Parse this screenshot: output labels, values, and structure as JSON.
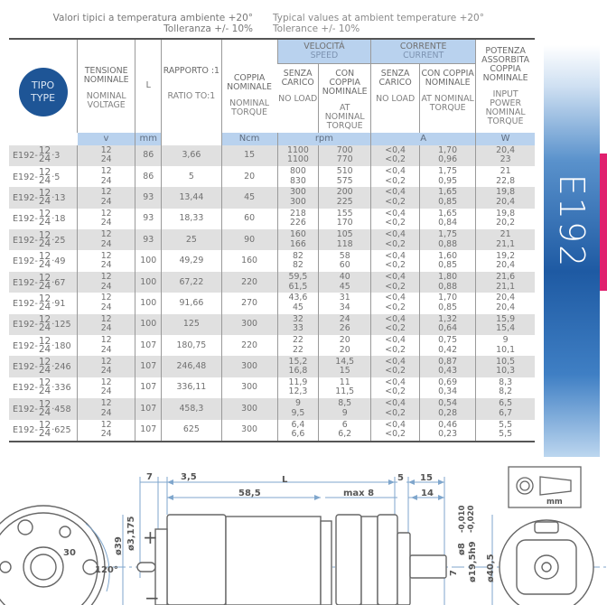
{
  "notes": {
    "it_line1": "Valori tipici a temperatura ambiente +20°",
    "it_line2": "Tolleranza +/- 10%",
    "en_line1": "Typical values at ambient temperature +20°",
    "en_line2": "Tolerance +/- 10%"
  },
  "side_banner": {
    "title": "E192",
    "accent_color": "#e0206e",
    "base_color": "#1e5aa3"
  },
  "table": {
    "headers": {
      "type": {
        "it": "TIPO",
        "en": "TYPE"
      },
      "voltage": {
        "it": "TENSIONE NOMINALE",
        "en": "NOMINAL VOLTAGE",
        "unit": "v"
      },
      "length": {
        "it": "L",
        "unit": "mm"
      },
      "ratio": {
        "it": "RAPPORTO :1",
        "en": "RATIO TO:1"
      },
      "torque": {
        "it": "COPPIA NOMINALE",
        "en": "NOMINAL TORQUE",
        "unit": "Ncm"
      },
      "speed": {
        "it": "VELOCITÁ",
        "en": "SPEED",
        "unit": "rpm",
        "no_load": {
          "it": "SENZA CARICO",
          "en": "NO LOAD"
        },
        "at_torque": {
          "it": "CON COPPIA NOMINALE",
          "en": "AT NOMINAL TORQUE"
        }
      },
      "current": {
        "it": "CORRENTE",
        "en": "CURRENT",
        "unit": "A",
        "no_load": {
          "it": "SENZA CARICO",
          "en": "NO LOAD"
        },
        "at_torque": {
          "it": "CON COPPIA NOMINALE",
          "en": "AT NOMINAL TORQUE"
        }
      },
      "power": {
        "it": "POTENZA ASSORBITA COPPIA NOMINALE",
        "en": "INPUT POWER NOMINAL TORQUE",
        "unit": "W"
      }
    },
    "rows": [
      {
        "prefix": "E192-",
        "v_top": "12",
        "v_bot": "24",
        "suffix": "·3",
        "volt": [
          "12",
          "24"
        ],
        "L": "86",
        "ratio": "3,66",
        "torque": "15",
        "spd_nl": [
          "1100",
          "1100"
        ],
        "spd_t": [
          "700",
          "770"
        ],
        "cur_nl": [
          "<0,4",
          "<0,2"
        ],
        "cur_t": [
          "1,70",
          "0,96"
        ],
        "pwr": [
          "20,4",
          "23"
        ]
      },
      {
        "prefix": "E192-",
        "v_top": "12",
        "v_bot": "24",
        "suffix": "·5",
        "volt": [
          "12",
          "24"
        ],
        "L": "86",
        "ratio": "5",
        "torque": "20",
        "spd_nl": [
          "800",
          "830"
        ],
        "spd_t": [
          "510",
          "575"
        ],
        "cur_nl": [
          "<0,4",
          "<0,2"
        ],
        "cur_t": [
          "1,75",
          "0,95"
        ],
        "pwr": [
          "21",
          "22,8"
        ]
      },
      {
        "prefix": "E192-",
        "v_top": "12",
        "v_bot": "24",
        "suffix": "·13",
        "volt": [
          "12",
          "24"
        ],
        "L": "93",
        "ratio": "13,44",
        "torque": "45",
        "spd_nl": [
          "300",
          "300"
        ],
        "spd_t": [
          "200",
          "225"
        ],
        "cur_nl": [
          "<0,4",
          "<0,2"
        ],
        "cur_t": [
          "1,65",
          "0,85"
        ],
        "pwr": [
          "19,8",
          "20,4"
        ]
      },
      {
        "prefix": "E192-",
        "v_top": "12",
        "v_bot": "24",
        "suffix": "·18",
        "volt": [
          "12",
          "24"
        ],
        "L": "93",
        "ratio": "18,33",
        "torque": "60",
        "spd_nl": [
          "218",
          "226"
        ],
        "spd_t": [
          "155",
          "170"
        ],
        "cur_nl": [
          "<0,4",
          "<0,2"
        ],
        "cur_t": [
          "1,65",
          "0,84"
        ],
        "pwr": [
          "19,8",
          "20,2"
        ]
      },
      {
        "prefix": "E192-",
        "v_top": "12",
        "v_bot": "24",
        "suffix": "·25",
        "volt": [
          "12",
          "24"
        ],
        "L": "93",
        "ratio": "25",
        "torque": "90",
        "spd_nl": [
          "160",
          "166"
        ],
        "spd_t": [
          "105",
          "118"
        ],
        "cur_nl": [
          "<0,4",
          "<0,2"
        ],
        "cur_t": [
          "1,75",
          "0,88"
        ],
        "pwr": [
          "21",
          "21,1"
        ]
      },
      {
        "prefix": "E192-",
        "v_top": "12",
        "v_bot": "24",
        "suffix": "·49",
        "volt": [
          "12",
          "24"
        ],
        "L": "100",
        "ratio": "49,29",
        "torque": "160",
        "spd_nl": [
          "82",
          "82"
        ],
        "spd_t": [
          "58",
          "60"
        ],
        "cur_nl": [
          "<0,4",
          "<0,2"
        ],
        "cur_t": [
          "1,60",
          "0,85"
        ],
        "pwr": [
          "19,2",
          "20,4"
        ]
      },
      {
        "prefix": "E192-",
        "v_top": "12",
        "v_bot": "24",
        "suffix": "·67",
        "volt": [
          "12",
          "24"
        ],
        "L": "100",
        "ratio": "67,22",
        "torque": "220",
        "spd_nl": [
          "59,5",
          "61,5"
        ],
        "spd_t": [
          "40",
          "45"
        ],
        "cur_nl": [
          "<0,4",
          "<0,2"
        ],
        "cur_t": [
          "1,80",
          "0,88"
        ],
        "pwr": [
          "21,6",
          "21,1"
        ]
      },
      {
        "prefix": "E192-",
        "v_top": "12",
        "v_bot": "24",
        "suffix": "·91",
        "volt": [
          "12",
          "24"
        ],
        "L": "100",
        "ratio": "91,66",
        "torque": "270",
        "spd_nl": [
          "43,6",
          "45"
        ],
        "spd_t": [
          "31",
          "34"
        ],
        "cur_nl": [
          "<0,4",
          "<0,2"
        ],
        "cur_t": [
          "1,70",
          "0,85"
        ],
        "pwr": [
          "20,4",
          "20,4"
        ]
      },
      {
        "prefix": "E192-",
        "v_top": "12",
        "v_bot": "24",
        "suffix": "·125",
        "volt": [
          "12",
          "24"
        ],
        "L": "100",
        "ratio": "125",
        "torque": "300",
        "spd_nl": [
          "32",
          "33"
        ],
        "spd_t": [
          "24",
          "26"
        ],
        "cur_nl": [
          "<0,4",
          "<0,2"
        ],
        "cur_t": [
          "1,32",
          "0,64"
        ],
        "pwr": [
          "15,9",
          "15,4"
        ]
      },
      {
        "prefix": "E192-",
        "v_top": "12",
        "v_bot": "24",
        "suffix": "·180",
        "volt": [
          "12",
          "24"
        ],
        "L": "107",
        "ratio": "180,75",
        "torque": "220",
        "spd_nl": [
          "22",
          "22"
        ],
        "spd_t": [
          "20",
          "20"
        ],
        "cur_nl": [
          "<0,4",
          "<0,2"
        ],
        "cur_t": [
          "0,75",
          "0,42"
        ],
        "pwr": [
          "9",
          "10,1"
        ]
      },
      {
        "prefix": "E192-",
        "v_top": "12",
        "v_bot": "24",
        "suffix": "·246",
        "volt": [
          "12",
          "24"
        ],
        "L": "107",
        "ratio": "246,48",
        "torque": "300",
        "spd_nl": [
          "15,2",
          "16,8"
        ],
        "spd_t": [
          "14,5",
          "15"
        ],
        "cur_nl": [
          "<0,4",
          "<0,2"
        ],
        "cur_t": [
          "0,87",
          "0,43"
        ],
        "pwr": [
          "10,5",
          "10,3"
        ]
      },
      {
        "prefix": "E192-",
        "v_top": "12",
        "v_bot": "24",
        "suffix": "·336",
        "volt": [
          "12",
          "24"
        ],
        "L": "107",
        "ratio": "336,11",
        "torque": "300",
        "spd_nl": [
          "11,9",
          "12,3"
        ],
        "spd_t": [
          "11",
          "11,5"
        ],
        "cur_nl": [
          "<0,4",
          "<0,2"
        ],
        "cur_t": [
          "0,69",
          "0,34"
        ],
        "pwr": [
          "8,3",
          "8,2"
        ]
      },
      {
        "prefix": "E192-",
        "v_top": "12",
        "v_bot": "24",
        "suffix": "·458",
        "volt": [
          "12",
          "24"
        ],
        "L": "107",
        "ratio": "458,3",
        "torque": "300",
        "spd_nl": [
          "9",
          "9,5"
        ],
        "spd_t": [
          "8,5",
          "9"
        ],
        "cur_nl": [
          "<0,4",
          "<0,2"
        ],
        "cur_t": [
          "0,54",
          "0,28"
        ],
        "pwr": [
          "6,5",
          "6,7"
        ]
      },
      {
        "prefix": "E192-",
        "v_top": "12",
        "v_bot": "24",
        "suffix": "·625",
        "volt": [
          "12",
          "24"
        ],
        "L": "107",
        "ratio": "625",
        "torque": "300",
        "spd_nl": [
          "6,4",
          "6,6"
        ],
        "spd_t": [
          "6",
          "6,2"
        ],
        "cur_nl": [
          "<0,4",
          "<0,2"
        ],
        "cur_t": [
          "0,46",
          "0,23"
        ],
        "pwr": [
          "5,5",
          "5,5"
        ]
      }
    ]
  },
  "drawing": {
    "dims": {
      "d7": "7",
      "d3_5": "3,5",
      "L": "L",
      "d58_5": "58,5",
      "max8": "max 8",
      "d5": "5",
      "d15": "15",
      "d14": "14",
      "d39": "ø39",
      "d3_175": "ø3,175",
      "d30": "30",
      "a120": "120°",
      "tol1": "-0,010",
      "tol2": "-0,020",
      "d8": "ø8",
      "d19_5": "ø19,5h9",
      "d40_5": "ø40,5",
      "d7s": "7",
      "mm": "mm",
      "plus": "+",
      "minus": "−"
    }
  }
}
